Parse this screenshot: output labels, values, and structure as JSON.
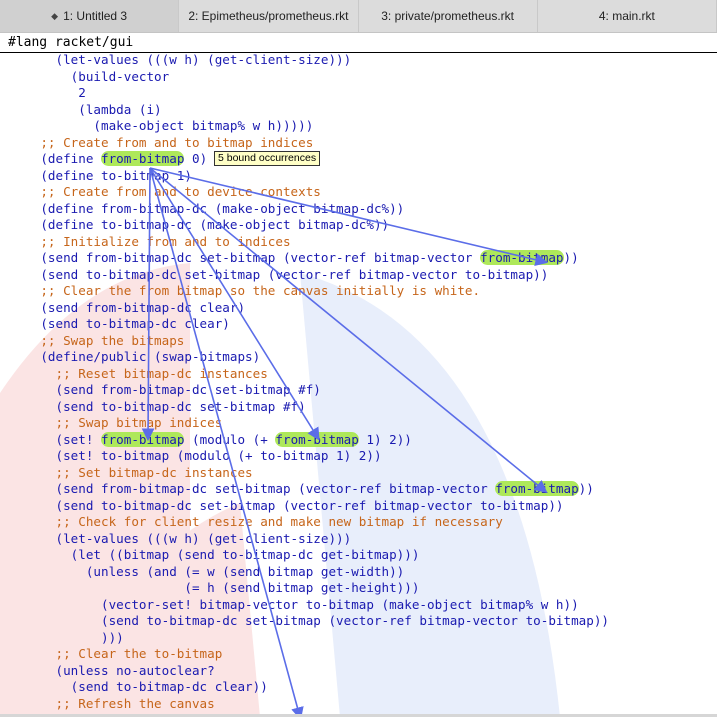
{
  "tabs": [
    {
      "label": "1: Untitled 3",
      "active": true
    },
    {
      "label": "2: Epimetheus/prometheus.rkt",
      "active": false
    },
    {
      "label": "3: private/prometheus.rkt",
      "active": false
    },
    {
      "label": "4: main.rkt",
      "active": false
    }
  ],
  "editor": {
    "lang_line": "#lang racket/gui",
    "tooltip": "5 bound occurrences",
    "highlighted_identifier": "from-bitmap",
    "colors": {
      "code": "#1a1ab0",
      "comment": "#c6651a",
      "highlight": "#aee85a",
      "arrow": "#5b6de8",
      "tooltip_bg": "#ffffc6"
    },
    "code_lines": [
      [
        {
          "t": "      (let-values (((w h) (get-client-size)))"
        }
      ],
      [
        {
          "t": "        (build-vector"
        }
      ],
      [
        {
          "t": "         2"
        }
      ],
      [
        {
          "t": "         (lambda (i)"
        }
      ],
      [
        {
          "t": "           (make-object bitmap% w h)))))"
        }
      ],
      [
        {
          "t": "    ;; Create from and to bitmap indices",
          "c": "cm"
        }
      ],
      [
        {
          "t": "    (define "
        },
        {
          "t": "from-bitmap",
          "c": "hl"
        },
        {
          "t": " 0)"
        }
      ],
      [
        {
          "t": "    (define to-bitmap 1)"
        }
      ],
      [
        {
          "t": "    ;; Create from and to device contexts",
          "c": "cm"
        }
      ],
      [
        {
          "t": "    (define from-bitmap-dc (make-object bitmap-dc%))"
        }
      ],
      [
        {
          "t": "    (define to-bitmap-dc (make-object bitmap-dc%))"
        }
      ],
      [
        {
          "t": "    ;; Initialize from and to indices",
          "c": "cm"
        }
      ],
      [
        {
          "t": "    (send from-bitmap-dc set-bitmap (vector-ref bitmap-vector "
        },
        {
          "t": "from-bitmap",
          "c": "hl"
        },
        {
          "t": "))"
        }
      ],
      [
        {
          "t": "    (send to-bitmap-dc set-bitmap (vector-ref bitmap-vector to-bitmap))"
        }
      ],
      [
        {
          "t": "    ;; Clear the from bitmap so the canvas initially is white.",
          "c": "cm"
        }
      ],
      [
        {
          "t": "    (send from-bitmap-dc clear)"
        }
      ],
      [
        {
          "t": "    (send to-bitmap-dc clear)"
        }
      ],
      [
        {
          "t": "    ;; Swap the bitmaps",
          "c": "cm"
        }
      ],
      [
        {
          "t": "    (define/public (swap-bitmaps)"
        }
      ],
      [
        {
          "t": "      ;; Reset bitmap-dc instances",
          "c": "cm"
        }
      ],
      [
        {
          "t": "      (send from-bitmap-dc set-bitmap #f)"
        }
      ],
      [
        {
          "t": "      (send to-bitmap-dc set-bitmap #f)"
        }
      ],
      [
        {
          "t": "      ;; Swap bitmap indices",
          "c": "cm"
        }
      ],
      [
        {
          "t": "      (set! "
        },
        {
          "t": "from-bitmap",
          "c": "hl"
        },
        {
          "t": " (modulo (+ "
        },
        {
          "t": "from-bitmap",
          "c": "hl"
        },
        {
          "t": " 1) 2))"
        }
      ],
      [
        {
          "t": "      (set! to-bitmap (modulo (+ to-bitmap 1) 2))"
        }
      ],
      [
        {
          "t": "      ;; Set bitmap-dc instances",
          "c": "cm"
        }
      ],
      [
        {
          "t": "      (send from-bitmap-dc set-bitmap (vector-ref bitmap-vector "
        },
        {
          "t": "from-bitmap",
          "c": "hl"
        },
        {
          "t": "))"
        }
      ],
      [
        {
          "t": "      (send to-bitmap-dc set-bitmap (vector-ref bitmap-vector to-bitmap))"
        }
      ],
      [
        {
          "t": "      ;; Check for client resize and make new bitmap if necessary",
          "c": "cm"
        }
      ],
      [
        {
          "t": "      (let-values (((w h) (get-client-size)))"
        }
      ],
      [
        {
          "t": "        (let ((bitmap (send to-bitmap-dc get-bitmap)))"
        }
      ],
      [
        {
          "t": "          (unless (and (= w (send bitmap get-width))"
        }
      ],
      [
        {
          "t": "                       (= h (send bitmap get-height)))"
        }
      ],
      [
        {
          "t": "            (vector-set! bitmap-vector to-bitmap (make-object bitmap% w h))"
        }
      ],
      [
        {
          "t": "            (send to-bitmap-dc set-bitmap (vector-ref bitmap-vector to-bitmap))"
        }
      ],
      [
        {
          "t": "            )))"
        }
      ],
      [
        {
          "t": "      ;; Clear the to-bitmap",
          "c": "cm"
        }
      ],
      [
        {
          "t": "      (unless no-autoclear?"
        }
      ],
      [
        {
          "t": "        (send to-bitmap-dc clear))"
        }
      ],
      [
        {
          "t": "      ;; Refresh the canvas",
          "c": "cm"
        }
      ]
    ]
  }
}
